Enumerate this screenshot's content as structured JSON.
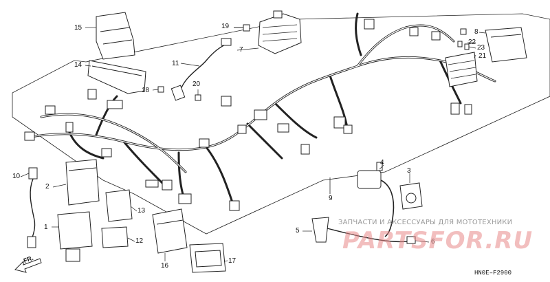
{
  "callouts": {
    "c1": "1",
    "c2": "2",
    "c3": "3",
    "c4": "4",
    "c5": "5",
    "c6": "6",
    "c7": "7",
    "c8": "8",
    "c9": "9",
    "c10": "10",
    "c11": "11",
    "c12": "12",
    "c13": "13",
    "c14": "14",
    "c15": "15",
    "c16": "16",
    "c17": "17",
    "c18": "18",
    "c19": "19",
    "c20": "20",
    "c21": "21",
    "c22": "22",
    "c23": "23"
  },
  "direction_label": "FR.",
  "diagram_code": "HN0E–F2900",
  "watermark": {
    "line": "ЗАПЧАСТИ И АКСЕССУАРЫ ДЛЯ МОТОТЕХНИКИ",
    "logo": "PARTSFOR.RU"
  }
}
